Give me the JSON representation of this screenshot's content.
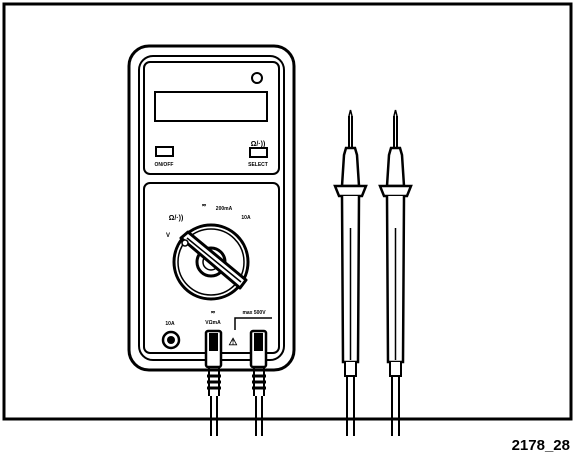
{
  "meter": {
    "button_left": "ON/OFF",
    "button_right_symbol": "Ω/·))",
    "button_right_label": "SELECT",
    "dial_label_ohm": "Ω/·))",
    "dial_label_v": "V",
    "dial_label_dc_top": "≂",
    "dial_label_ma": "200mA",
    "dial_label_10a": "10A",
    "jack_10a": "10A",
    "jack_vohm_top": "≂",
    "jack_vohm": "VΩmA",
    "max_voltage": "max 500V",
    "warning_symbol": "⚠"
  },
  "figure_id": "2178_28",
  "colors": {
    "ink": "#000000",
    "paper": "#ffffff"
  }
}
